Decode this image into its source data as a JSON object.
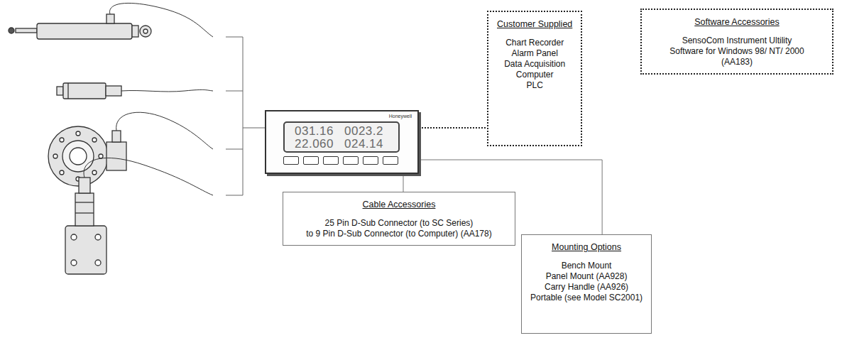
{
  "diagram": {
    "nodes": [
      {
        "text": [
          "Honeywell",
          "031.16",
          "0023.2",
          "22.060",
          "024.14"
        ]
      },
      {
        "text": [
          "Customer Supplied",
          "Chart Recorder",
          "Alarm Panel",
          "Data Acquisition",
          "Computer",
          "PLC"
        ]
      },
      {
        "text": [
          "Software Accessories",
          "SensoCom Instrument Ultility",
          "Software for Windows 98/ NT/ 2000",
          "(AA183)"
        ]
      },
      {
        "text": [
          "Cable Accessories",
          "25 Pin D-Sub Connector (to SC Series)",
          "to 9 Pin D-Sub Connector (to Computer) (AA178)"
        ]
      },
      {
        "text": [
          "Mounting Options",
          "Bench Mount",
          "Panel Mount (AA928)",
          "Carry Handle (AA926)",
          "Portable (see Model SC2001)"
        ]
      }
    ],
    "edges": [
      {
        "from": 0,
        "to": 1,
        "arrow": "none"
      },
      {
        "from": 0,
        "to": 3,
        "arrow": "none"
      },
      {
        "from": 0,
        "to": 4,
        "arrow": "none"
      }
    ]
  }
}
